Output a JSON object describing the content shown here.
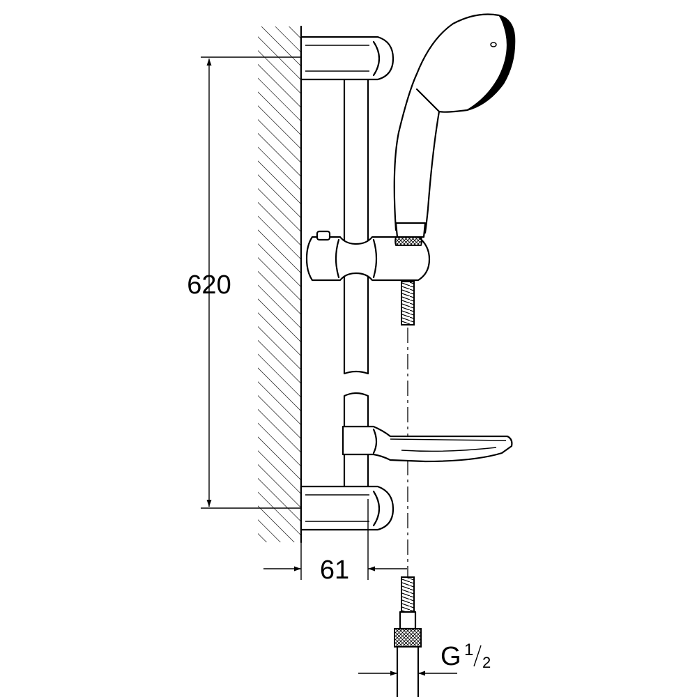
{
  "dimensions": {
    "height": {
      "label": "620"
    },
    "depth": {
      "label": "61"
    },
    "connection": {
      "prefix": "G",
      "numerator": "1",
      "denominator": "2"
    }
  },
  "colors": {
    "line": "#000000",
    "background": "#ffffff"
  }
}
